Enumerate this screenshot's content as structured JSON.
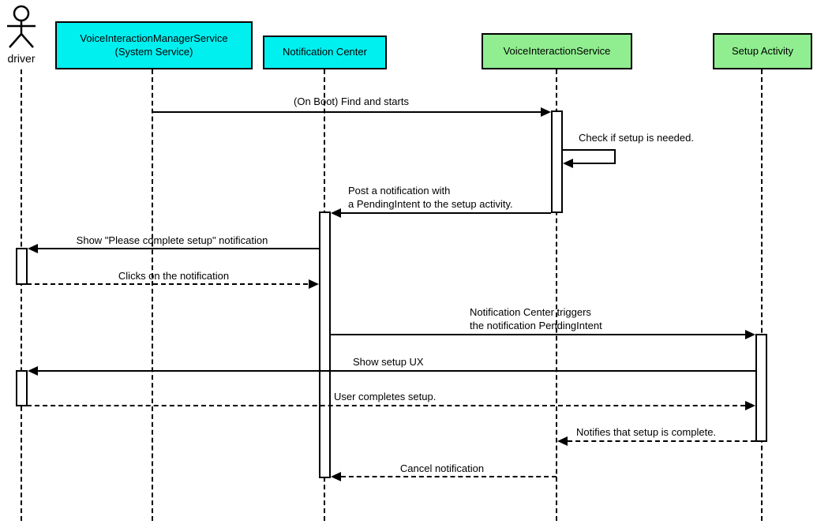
{
  "title": "Voice interaction setup sequence diagram",
  "colors": {
    "participant_system_fill": "#00f0f0",
    "participant_app_fill": "#90ee90",
    "line": "#000000",
    "background": "#ffffff"
  },
  "actor": {
    "name": "driver"
  },
  "participants": [
    {
      "id": "voice-interaction-manager-service",
      "label": "VoiceInteractionManagerService\n(System Service)",
      "type": "system"
    },
    {
      "id": "notification-center",
      "label": "Notification Center",
      "type": "system"
    },
    {
      "id": "voice-interaction-service",
      "label": "VoiceInteractionService",
      "type": "app"
    },
    {
      "id": "setup-activity",
      "label": "Setup Activity",
      "type": "app"
    }
  ],
  "messages": [
    {
      "from": "voice-interaction-manager-service",
      "to": "voice-interaction-service",
      "label": "(On Boot) Find and starts",
      "style": "solid"
    },
    {
      "from": "voice-interaction-service",
      "to": "voice-interaction-service",
      "label": "Check if setup is needed.",
      "style": "solid-self"
    },
    {
      "from": "voice-interaction-service",
      "to": "notification-center",
      "label": "Post a notification with\na PendingIntent to the setup activity.",
      "style": "solid"
    },
    {
      "from": "notification-center",
      "to": "driver",
      "label": "Show \"Please complete setup\" notification",
      "style": "solid"
    },
    {
      "from": "driver",
      "to": "notification-center",
      "label": "Clicks on the notification",
      "style": "dashed"
    },
    {
      "from": "notification-center",
      "to": "setup-activity",
      "label": "Notification Center triggers\nthe notification PendingIntent",
      "style": "solid"
    },
    {
      "from": "setup-activity",
      "to": "driver",
      "label": "Show setup UX",
      "style": "solid"
    },
    {
      "from": "driver",
      "to": "setup-activity",
      "label": "User completes setup.",
      "style": "dashed"
    },
    {
      "from": "setup-activity",
      "to": "voice-interaction-service",
      "label": "Notifies that setup is complete.",
      "style": "dashed"
    },
    {
      "from": "voice-interaction-service",
      "to": "notification-center",
      "label": "Cancel notification",
      "style": "dashed"
    }
  ]
}
